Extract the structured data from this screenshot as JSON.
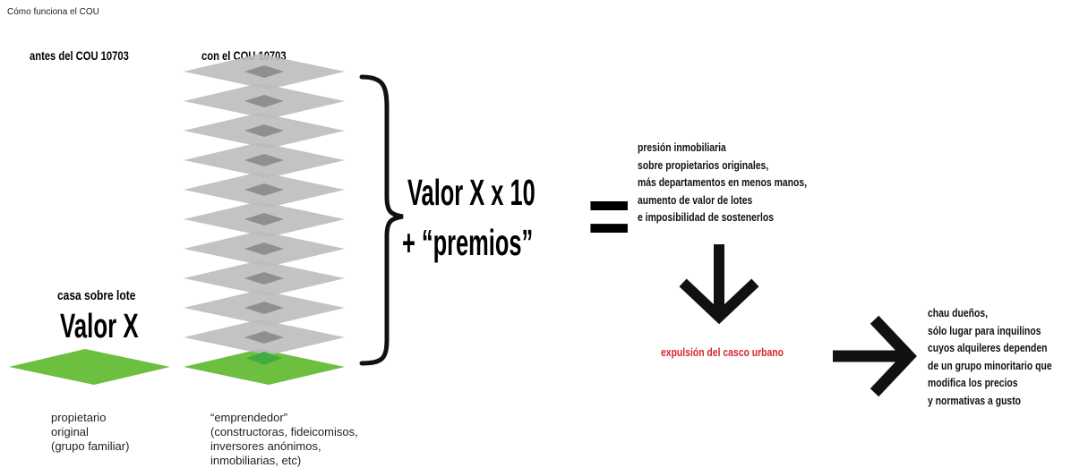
{
  "page": {
    "title": "Cómo funciona el COU"
  },
  "left": {
    "header": "antes del COU 10703",
    "house_label": "casa sobre lote",
    "value_label": "Valor X",
    "owner_caption": "propietario\noriginal\n(grupo familiar)"
  },
  "right": {
    "header": "con el COU 10703",
    "developer_caption": "“emprendedor”\n(constructoras, fideicomisos,\ninversores anónimos,\ninmobiliarias, etc)",
    "floor_count": 10
  },
  "equation": {
    "line1": "Valor X x 10",
    "line2": "+ “premios”",
    "equals": "="
  },
  "consequences": {
    "pressure": "presión inmobiliaria\nsobre propietarios originales,\nmás departamentos en menos manos,\naumento de valor de lotes\ne imposibilidad de sostenerlos",
    "expulsion": "expulsión del casco urbano",
    "result": "chau dueños,\nsólo lugar para inquilinos\ncuyos alquileres dependen\nde un grupo minoritario que\nmodifica los precios\ny normativas a gusto"
  },
  "colors": {
    "lot_green": "#6cbf3f",
    "floor_gray": "#bdbdbd",
    "floor_core": "#8f8f8f",
    "expulsion_red": "#d6282f",
    "ink": "#111111"
  },
  "icons": {
    "down_arrow": "arrow-down-icon",
    "right_arrow": "arrow-right-icon",
    "brace": "curly-brace-icon"
  }
}
